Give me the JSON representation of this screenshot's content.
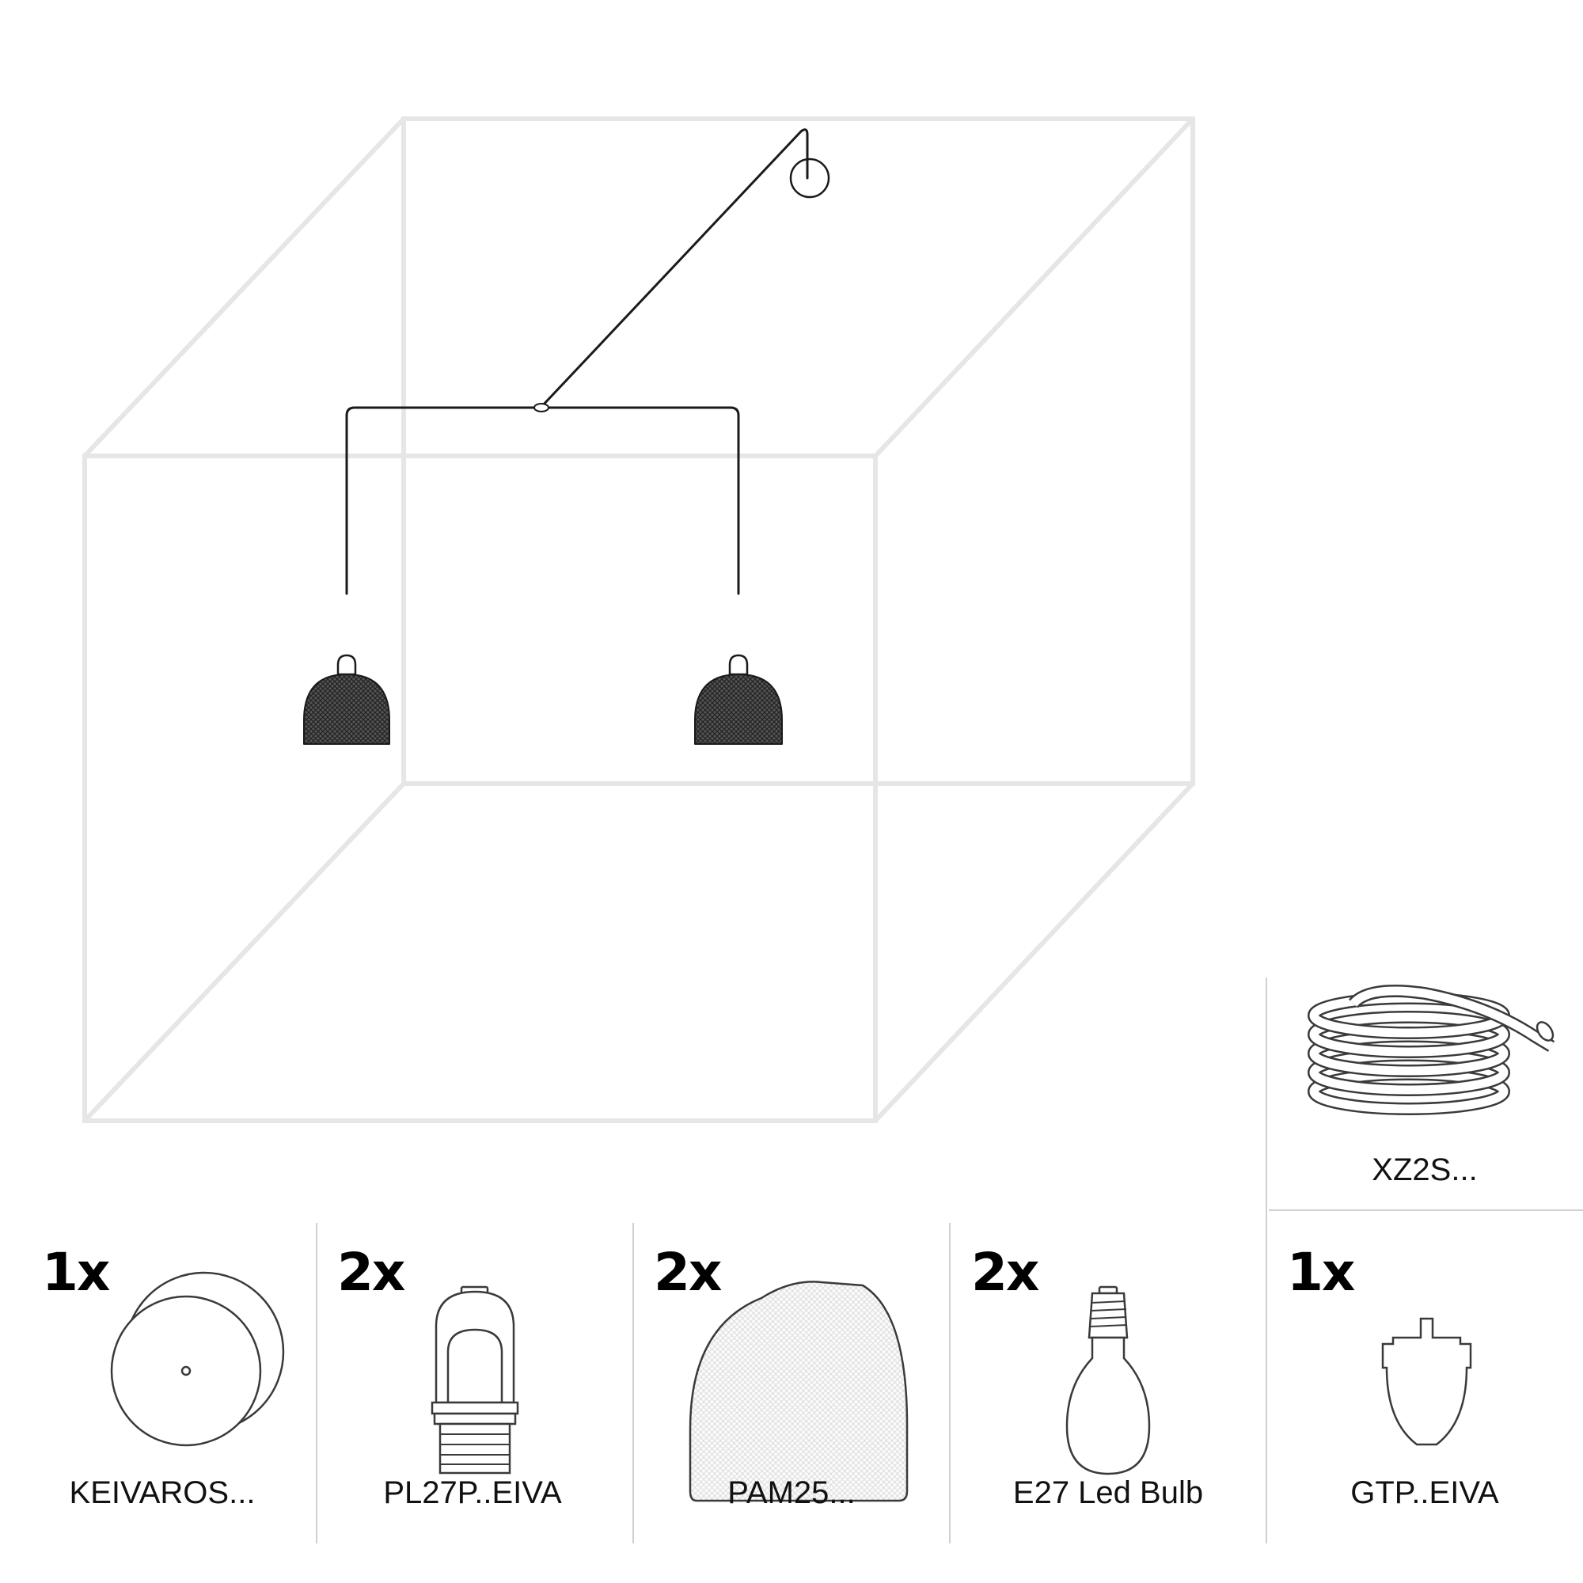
{
  "components": [
    {
      "quantity": "1x",
      "code": "KEIVAROS...",
      "icon": "ceiling-rose-icon"
    },
    {
      "quantity": "2x",
      "code": "PL27P..EIVA",
      "icon": "lamp-holder-icon"
    },
    {
      "quantity": "2x",
      "code": "PAM25...",
      "icon": "mesh-shade-icon"
    },
    {
      "quantity": "2x",
      "code": "E27 Led Bulb",
      "icon": "light-bulb-icon"
    },
    {
      "quantity": "1x",
      "code": "GTP..EIVA",
      "icon": "cable-joint-icon"
    }
  ],
  "cable": {
    "code": "XZ2S...",
    "icon": "cable-coil-icon"
  },
  "colors": {
    "room_outline": "#e6e6e6",
    "divider": "#d0d0d0",
    "line": "#1a1a1a",
    "mesh": "#3a3a3a"
  }
}
